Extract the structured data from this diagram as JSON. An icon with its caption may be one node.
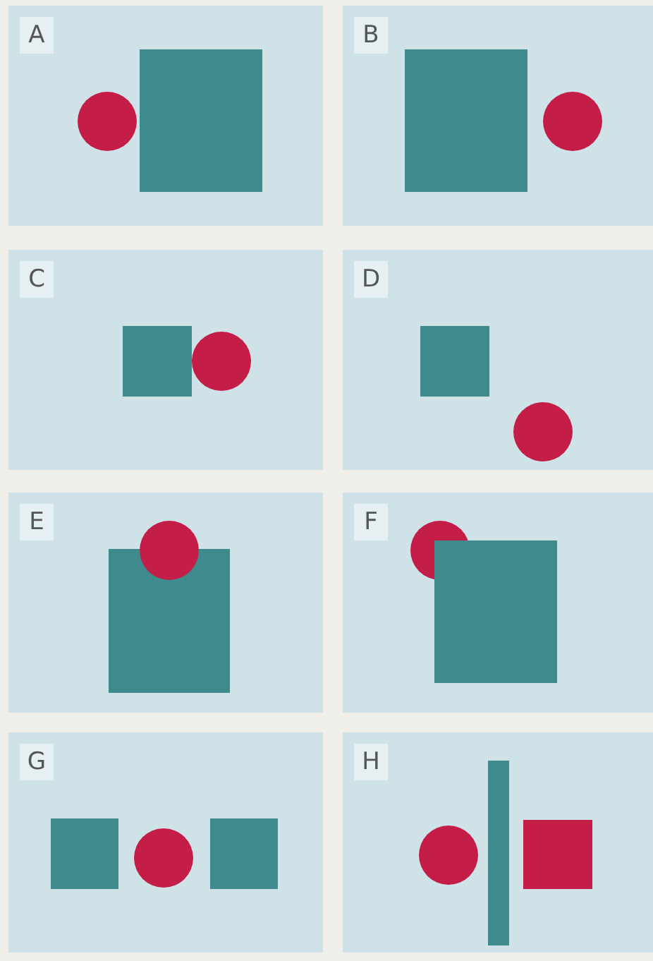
{
  "diagram": {
    "nodes": [
      {
        "text": [
          "A"
        ]
      },
      {
        "text": [],
        "shape": "circle",
        "in": 0
      },
      {
        "text": [],
        "shape": "box",
        "in": 0
      },
      {
        "text": [
          "B"
        ]
      },
      {
        "text": [],
        "shape": "box",
        "in": 3
      },
      {
        "text": [],
        "shape": "circle",
        "in": 3
      },
      {
        "text": [
          "C"
        ]
      },
      {
        "text": [],
        "shape": "box",
        "in": 6
      },
      {
        "text": [],
        "shape": "circle",
        "in": 6
      },
      {
        "text": [
          "D"
        ]
      },
      {
        "text": [],
        "shape": "box",
        "in": 9
      },
      {
        "text": [],
        "shape": "circle",
        "in": 9
      },
      {
        "text": [
          "E"
        ]
      },
      {
        "text": [],
        "shape": "box",
        "in": 12
      },
      {
        "text": [],
        "shape": "circle",
        "in": 12
      },
      {
        "text": [
          "F"
        ]
      },
      {
        "text": [],
        "shape": "circle",
        "in": 15
      },
      {
        "text": [],
        "shape": "box",
        "in": 15
      },
      {
        "text": [
          "G"
        ]
      },
      {
        "text": [],
        "shape": "box",
        "in": 18
      },
      {
        "text": [],
        "shape": "circle",
        "in": 18
      },
      {
        "text": [],
        "shape": "box",
        "in": 18
      },
      {
        "text": [
          "H"
        ]
      },
      {
        "text": [],
        "shape": "circle",
        "in": 22
      },
      {
        "text": [],
        "shape": "bar",
        "in": 22
      },
      {
        "text": [],
        "shape": "box",
        "in": 22
      }
    ]
  }
}
